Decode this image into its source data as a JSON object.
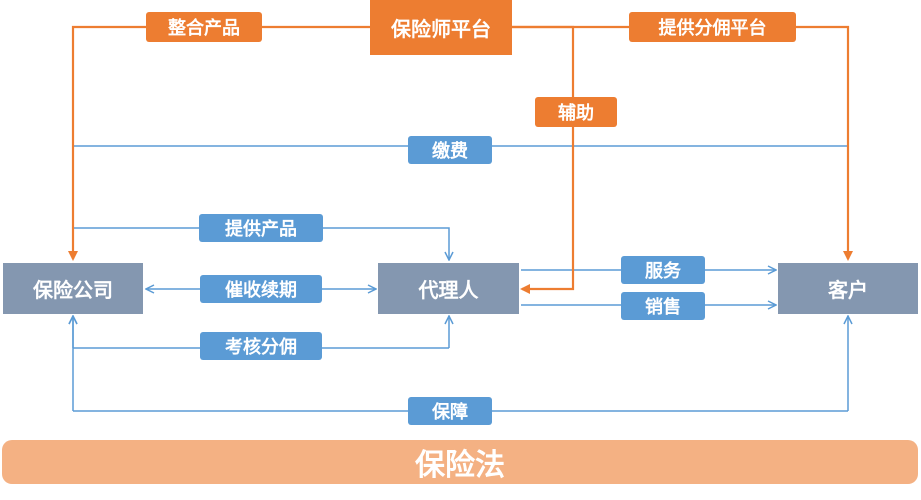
{
  "nodes": {
    "insurance_company": "保险公司",
    "agent": "代理人",
    "customer": "客户"
  },
  "platform": "保险师平台",
  "labels": {
    "integrate_products": "整合产品",
    "provide_commission_platform": "提供分佣平台",
    "assist": "辅助",
    "payment": "缴费",
    "provide_products": "提供产品",
    "collect_renewal": "催收续期",
    "assess_commission": "考核分佣",
    "service": "服务",
    "sales": "销售",
    "protection": "保障"
  },
  "law": "保险法",
  "colors": {
    "node_fill": "#8497b0",
    "platform_fill": "#ed7d31",
    "blue_label": "#5b9bd5",
    "law_bar": "#f4b183",
    "blue_line": "#5b9bd5",
    "orange_line": "#ed7d31"
  }
}
